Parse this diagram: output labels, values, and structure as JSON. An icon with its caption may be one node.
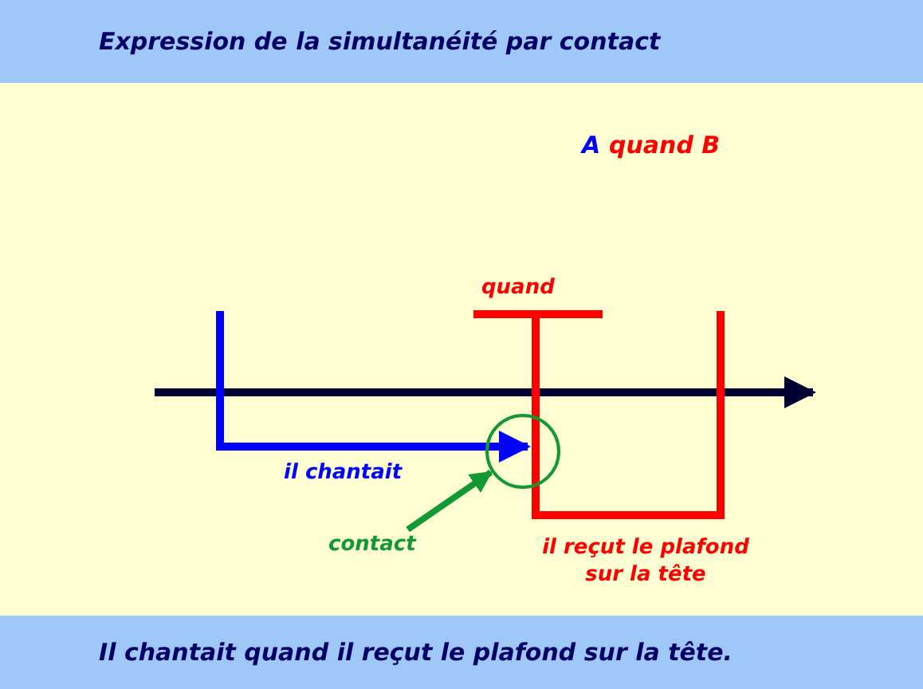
{
  "diagram": {
    "title": "Expression de la simultanéité par contact",
    "caption": "Il chantait quand il reçut le plafond sur la tête.",
    "nodes": [
      {
        "text": [
          "contact"
        ]
      },
      {
        "text": [],
        "shape": "circle"
      }
    ],
    "edges": [
      {
        "from": 0,
        "to": 1,
        "arrow": "to"
      }
    ],
    "labels": [
      "A",
      "quand B",
      "quand",
      "il chantait",
      "il reçut le plafond sur la tête"
    ]
  }
}
